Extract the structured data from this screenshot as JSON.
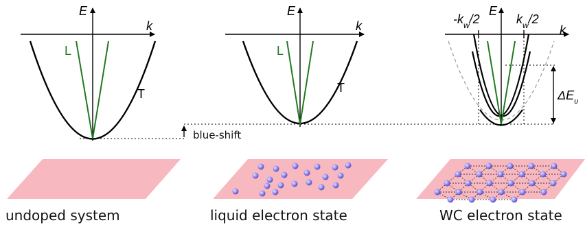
{
  "panels": [
    {
      "id": "undoped",
      "energy_axis": "E",
      "momentum_axis": "k",
      "longitudinal_label": "L",
      "transverse_label": "T",
      "caption": "undoped system",
      "electrons": "none"
    },
    {
      "id": "liquid",
      "energy_axis": "E",
      "momentum_axis": "k",
      "longitudinal_label": "L",
      "transverse_label": "T",
      "caption": "liquid electron state",
      "electrons": "disordered"
    },
    {
      "id": "wc",
      "energy_axis": "E",
      "momentum_axis": "k",
      "k_neg_label": "-k",
      "k_neg_sub": "w",
      "k_neg_tail": "/2",
      "k_pos_label": "k",
      "k_pos_sub": "w",
      "k_pos_tail": "/2",
      "gap_symbol": "ΔE",
      "gap_sub": "υ",
      "caption": "WC electron state",
      "electrons": "lattice"
    }
  ],
  "shift_label": "blue-shift",
  "colors": {
    "transverse_curve": "#000000",
    "longitudinal_lines": "#1f7a1f",
    "sheet_fill": "#f8b8bf",
    "electron_fill": "#8f85e6",
    "electron_highlight": "#d9d4ff",
    "lattice_lines": "#333333"
  }
}
